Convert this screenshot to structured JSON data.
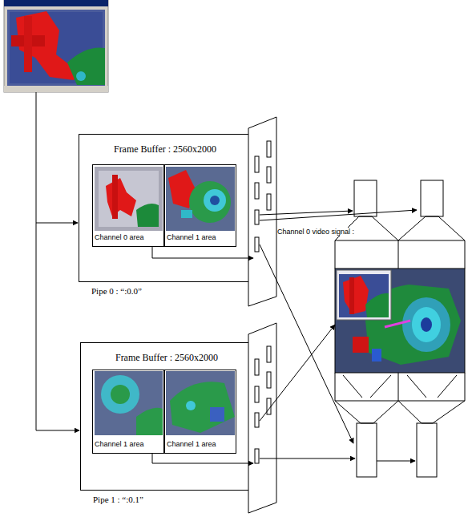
{
  "diagram": {
    "nodes": [
      {
        "text": [
          "Frame Buffer : 2560x2000",
          "Pipe 0 : “:0.0”"
        ]
      },
      {
        "text": [
          "Channel 0 area"
        ],
        "in": 0
      },
      {
        "text": [
          "Channel 1 area"
        ],
        "in": 0
      },
      {
        "text": [
          "Frame Buffer : 2560x2000",
          "Pipe 1 : “:0.1”"
        ]
      },
      {
        "text": [
          "Channel 1 area"
        ],
        "in": 3
      },
      {
        "text": [
          "Channel 1 area"
        ],
        "in": 3
      }
    ],
    "labels": [
      "Channel 0 video signal :"
    ]
  }
}
